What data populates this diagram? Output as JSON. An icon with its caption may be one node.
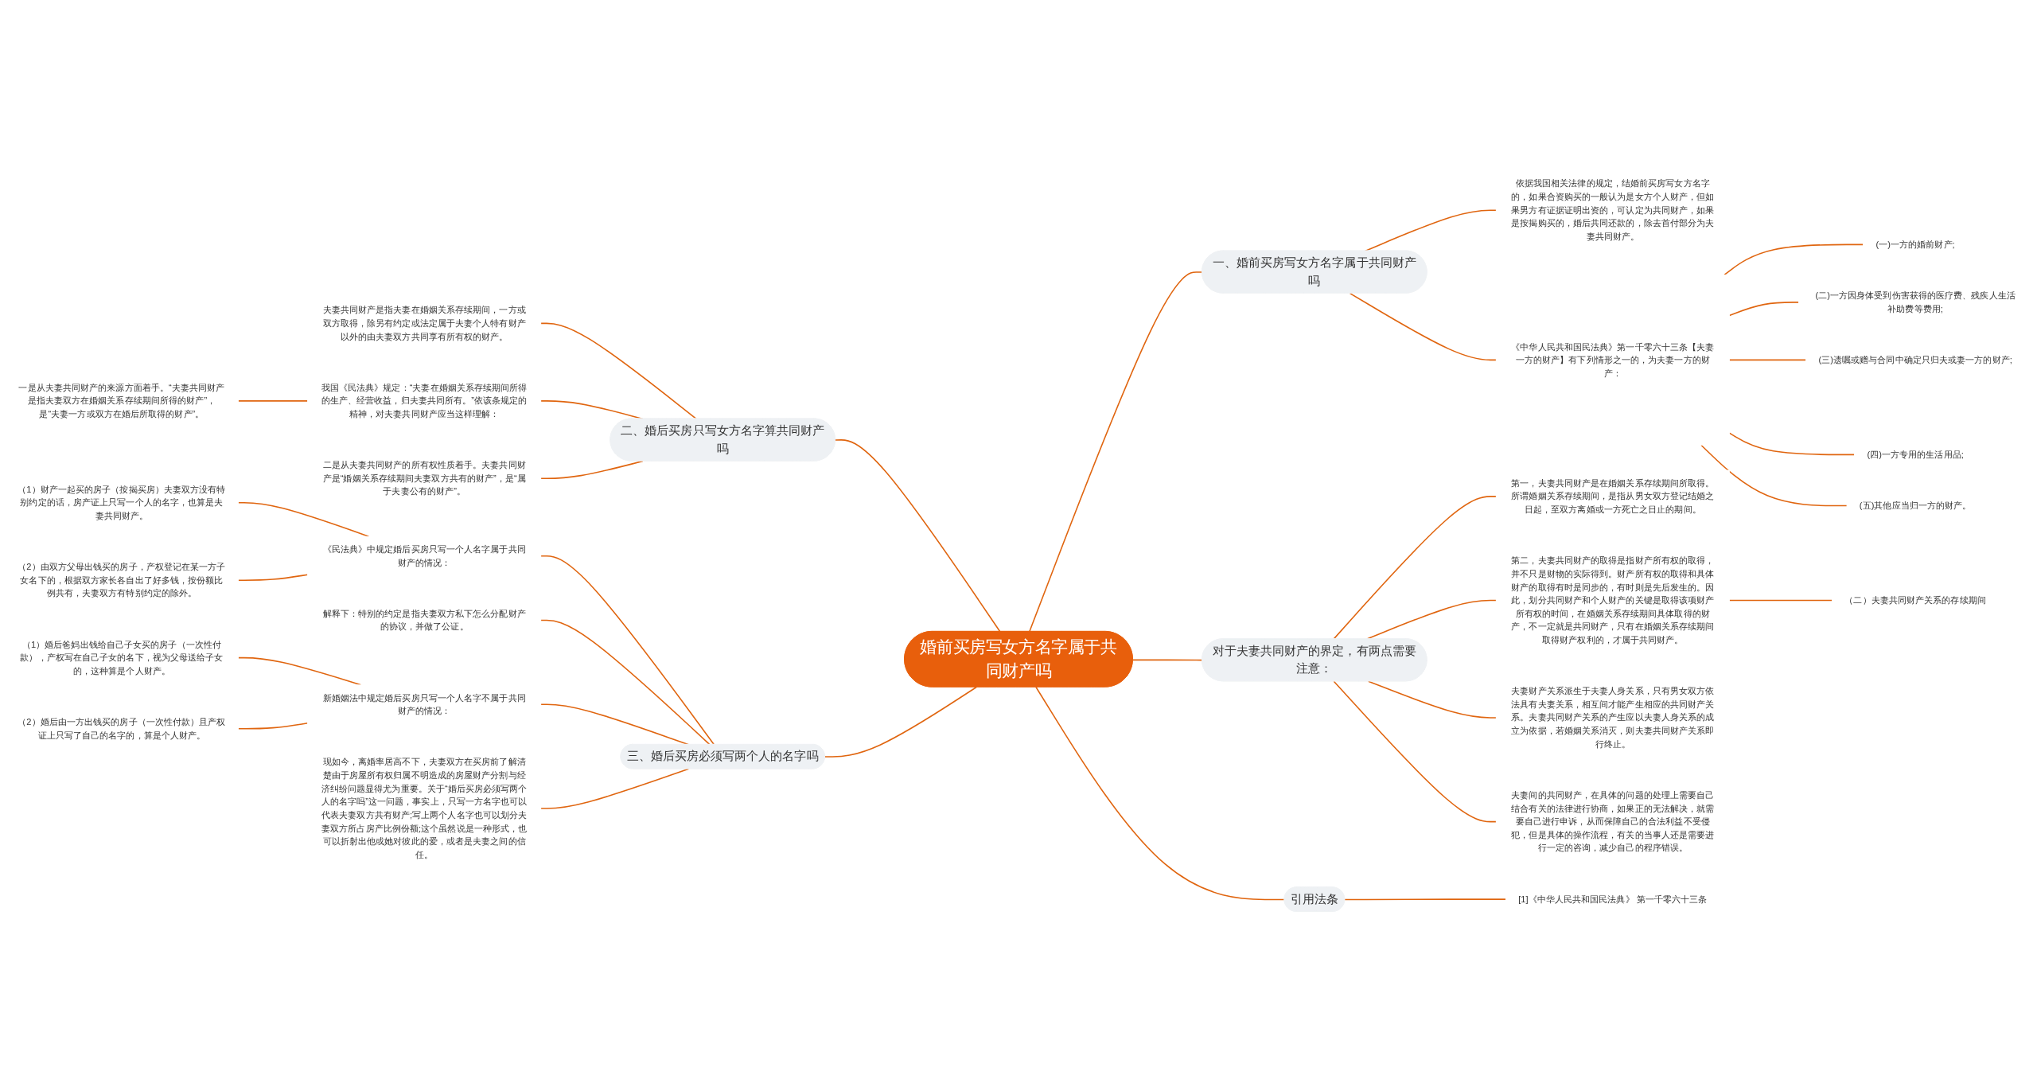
{
  "diagram": {
    "nodes": [
      {
        "text": [
          "婚前买房写女方名字属于共同财产吗"
        ]
      },
      {
        "text": [
          "一、婚前买房写女方名字属于共同财产吗"
        ]
      },
      {
        "text": [
          "依据我国相关法律的规定，结婚前买房写女方名字的，如果合资购买的一般认为是女方个人财产，但如果男方有证据证明出资的，可认定为共同财产，如果是按揭购买的，婚后共同还款的，除去首付部分为夫妻共同财产。"
        ]
      },
      {
        "text": [
          "《中华人民共和国民法典》第一千零六十三条【夫妻一方的财产】有下列情形之一的，为夫妻一方的财产："
        ]
      },
      {
        "text": [
          "(一)一方的婚前财产;"
        ]
      },
      {
        "text": [
          "(二)一方因身体受到伤害获得的医疗费、残疾人生活补助费等费用;"
        ]
      },
      {
        "text": [
          "(三)遗嘱或赠与合同中确定只归夫或妻一方的财产;"
        ]
      },
      {
        "text": [
          "(四)一方专用的生活用品;"
        ]
      },
      {
        "text": [
          "(五)其他应当归一方的财产。"
        ]
      },
      {
        "text": [
          "二、婚后买房只写女方名字算共同财产吗"
        ]
      },
      {
        "text": [
          "夫妻共同财产是指夫妻在婚姻关系存续期间，一方或双方取得，除另有约定或法定属于夫妻个人特有财产以外的由夫妻双方共同享有所有权的财产。"
        ]
      },
      {
        "text": [
          "我国《民法典》规定：“夫妻在婚姻关系存续期间所得的生产、经营收益，归夫妻共同所有。”依该条规定的精神，对夫妻共同财产应当这样理解："
        ]
      },
      {
        "text": [
          "一是从夫妻共同财产的来源方面着手。“夫妻共同财产是指夫妻双方在婚姻关系存续期间所得的财产”，是“夫妻一方或双方在婚后所取得的财产”。"
        ]
      },
      {
        "text": [
          "二是从夫妻共同财产的所有权性质着手。夫妻共同财产是“婚姻关系存续期间夫妻双方共有的财产”，是“属于夫妻公有的财产”。"
        ]
      },
      {
        "text": [
          "三、婚后买房必须写两个人的名字吗"
        ]
      },
      {
        "text": [
          "《民法典》中规定婚后买房只写一个人名字属于共同财产的情况："
        ]
      },
      {
        "text": [
          "（1）财产一起买的房子（按揭买房）夫妻双方没有特别约定的话，房产证上只写一个人的名字，也算是夫妻共同财产。"
        ]
      },
      {
        "text": [
          "（2）由双方父母出钱买的房子，产权登记在某一方子女名下的，根据双方家长各自出了好多钱，按份额比例共有，夫妻双方有特别约定的除外。"
        ]
      },
      {
        "text": [
          "解释下：特别的约定是指夫妻双方私下怎么分配财产的协议，并做了公证。"
        ]
      },
      {
        "text": [
          "新婚姻法中规定婚后买房只写一个人名字不属于共同财产的情况："
        ]
      },
      {
        "text": [
          "（1）婚后爸妈出钱给自己子女买的房子（一次性付款），产权写在自己子女的名下，视为父母送给子女的，这种算是个人财产。"
        ]
      },
      {
        "text": [
          "（2）婚后由一方出钱买的房子（一次性付款）且产权证上只写了自己的名字的，算是个人财产。"
        ]
      },
      {
        "text": [
          "现如今，离婚率居高不下，夫妻双方在买房前了解清楚由于房屋所有权归属不明造成的房屋财产分割与经济纠纷问题显得尤为重要。关于“婚后买房必须写两个人的名字吗”这一问题，事实上，只写一方名字也可以代表夫妻双方共有财产;写上两个人名字也可以划分夫妻双方所占房产比例份额;这个虽然说是一种形式，也可以折射出他或她对彼此的爱，或者是夫妻之间的信任。"
        ]
      },
      {
        "text": [
          "对于夫妻共同财产的界定，有两点需要注意："
        ]
      },
      {
        "text": [
          "第一，夫妻共同财产是在婚姻关系存续期间所取得。所谓婚姻关系存续期间，是指从男女双方登记结婚之日起，至双方离婚或一方死亡之日止的期间。"
        ]
      },
      {
        "text": [
          "第二，夫妻共同财产的取得是指财产所有权的取得，并不只是财物的实际得到。财产所有权的取得和具体财产的取得有时是同步的，有时则是先后发生的。因此，划分共同财产和个人财产的关键是取得该项财产所有权的时间，在婚姻关系存续期间具体取得的财产，不一定就是共同财产，只有在婚姻关系存续期间取得财产权利的，才属于共同财产。"
        ]
      },
      {
        "text": [
          "（二）夫妻共同财产关系的存续期间"
        ]
      },
      {
        "text": [
          "夫妻财产关系派生于夫妻人身关系，只有男女双方依法具有夫妻关系，相互间才能产生相应的共同财产关系。夫妻共同财产关系的产生应以夫妻人身关系的成立为依据，若婚姻关系消灭，则夫妻共同财产关系即行终止。"
        ]
      },
      {
        "text": [
          "夫妻间的共同财产，在具体的问题的处理上需要自己结合有关的法律进行协商，如果正的无法解决，就需要自己进行申诉，从而保障自己的合法利益不受侵犯，但是具体的操作流程，有关的当事人还是需要进行一定的咨询，减少自己的程序错误。"
        ]
      },
      {
        "text": [
          "引用法条"
        ]
      },
      {
        "text": [
          "[1]《中华人民共和国民法典》 第一千零六十三条"
        ]
      }
    ],
    "edges": [
      {
        "from": 0,
        "to": 1,
        "arrow": "none"
      },
      {
        "from": 1,
        "to": 2,
        "arrow": "none"
      },
      {
        "from": 1,
        "to": 3,
        "arrow": "none"
      },
      {
        "from": 3,
        "to": 4,
        "arrow": "none"
      },
      {
        "from": 3,
        "to": 5,
        "arrow": "none"
      },
      {
        "from": 3,
        "to": 6,
        "arrow": "none"
      },
      {
        "from": 3,
        "to": 7,
        "arrow": "none"
      },
      {
        "from": 3,
        "to": 8,
        "arrow": "none"
      },
      {
        "from": 9,
        "to": 0,
        "arrow": "none"
      },
      {
        "from": 10,
        "to": 9,
        "arrow": "none"
      },
      {
        "from": 11,
        "to": 9,
        "arrow": "none"
      },
      {
        "from": 12,
        "to": 11,
        "arrow": "none"
      },
      {
        "from": 13,
        "to": 9,
        "arrow": "none"
      },
      {
        "from": 14,
        "to": 0,
        "arrow": "none"
      },
      {
        "from": 15,
        "to": 14,
        "arrow": "none"
      },
      {
        "from": 16,
        "to": 15,
        "arrow": "none"
      },
      {
        "from": 17,
        "to": 15,
        "arrow": "none"
      },
      {
        "from": 18,
        "to": 14,
        "arrow": "none"
      },
      {
        "from": 19,
        "to": 14,
        "arrow": "none"
      },
      {
        "from": 20,
        "to": 19,
        "arrow": "none"
      },
      {
        "from": 21,
        "to": 19,
        "arrow": "none"
      },
      {
        "from": 22,
        "to": 14,
        "arrow": "none"
      },
      {
        "from": 0,
        "to": 23,
        "arrow": "none"
      },
      {
        "from": 23,
        "to": 24,
        "arrow": "none"
      },
      {
        "from": 23,
        "to": 25,
        "arrow": "none"
      },
      {
        "from": 25,
        "to": 26,
        "arrow": "none"
      },
      {
        "from": 23,
        "to": 27,
        "arrow": "none"
      },
      {
        "from": 23,
        "to": 28,
        "arrow": "none"
      },
      {
        "from": 0,
        "to": 29,
        "arrow": "none"
      },
      {
        "from": 29,
        "to": 30,
        "arrow": "none"
      }
    ]
  }
}
